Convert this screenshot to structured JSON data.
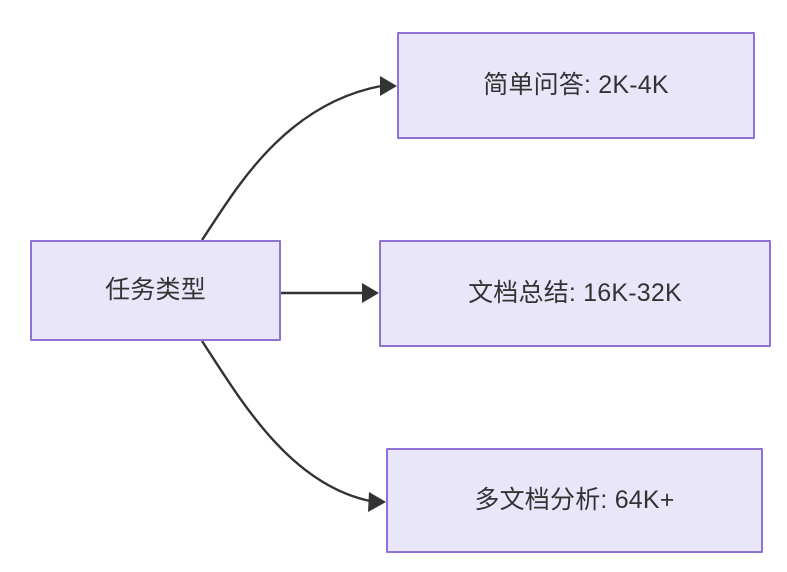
{
  "diagram": {
    "type": "flowchart",
    "direction": "left-to-right",
    "background_color": "#ffffff",
    "node_fill_color": "#e9e6f9",
    "node_border_color": "#9072d6",
    "node_text_color": "#333333",
    "edge_color": "#333333",
    "nodes": [
      {
        "id": "root",
        "label": "任务类型"
      },
      {
        "id": "simple_qa",
        "label": "简单问答: 2K-4K"
      },
      {
        "id": "doc_summary",
        "label": "文档总结: 16K-32K"
      },
      {
        "id": "multi_doc",
        "label": "多文档分析: 64K+"
      }
    ],
    "edges": [
      {
        "from": "root",
        "to": "simple_qa",
        "label": "",
        "style": "curved-arrow"
      },
      {
        "from": "root",
        "to": "doc_summary",
        "label": "",
        "style": "straight-arrow"
      },
      {
        "from": "root",
        "to": "multi_doc",
        "label": "",
        "style": "curved-arrow"
      }
    ]
  }
}
